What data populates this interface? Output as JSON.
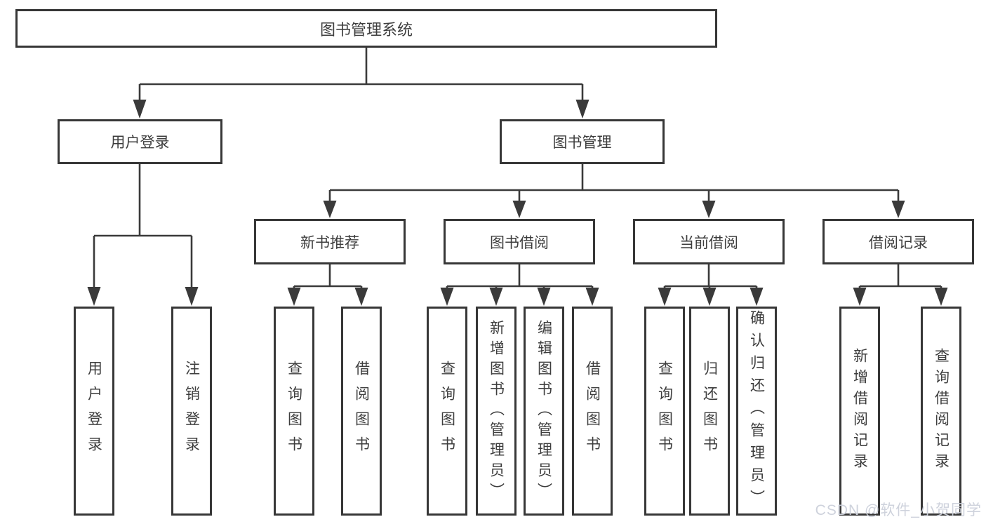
{
  "diagram": {
    "root": {
      "label": "图书管理系统"
    },
    "branches": [
      {
        "label": "用户登录",
        "children": [
          {
            "label": "用户登录"
          },
          {
            "label": "注销登录"
          }
        ]
      },
      {
        "label": "图书管理",
        "children": [
          {
            "label": "新书推荐",
            "children": [
              {
                "label": "查询图书"
              },
              {
                "label": "借阅图书"
              }
            ]
          },
          {
            "label": "图书借阅",
            "children": [
              {
                "label": "查询图书"
              },
              {
                "label": "新增图书（管理员）"
              },
              {
                "label": "编辑图书（管理员）"
              },
              {
                "label": "借阅图书"
              }
            ]
          },
          {
            "label": "当前借阅",
            "children": [
              {
                "label": "查询图书"
              },
              {
                "label": "归还图书"
              },
              {
                "label": "确认归还（管理员）"
              }
            ]
          },
          {
            "label": "借阅记录",
            "children": [
              {
                "label": "新增借阅记录"
              },
              {
                "label": "查询借阅记录"
              }
            ]
          }
        ]
      }
    ]
  },
  "watermark": {
    "text": "CSDN @软件_小贺同学",
    "color": "#cbd0da"
  },
  "colors": {
    "line": "#3a3a3a",
    "box_border": "#373737",
    "text": "#3d3d3d",
    "background": "#ffffff"
  }
}
